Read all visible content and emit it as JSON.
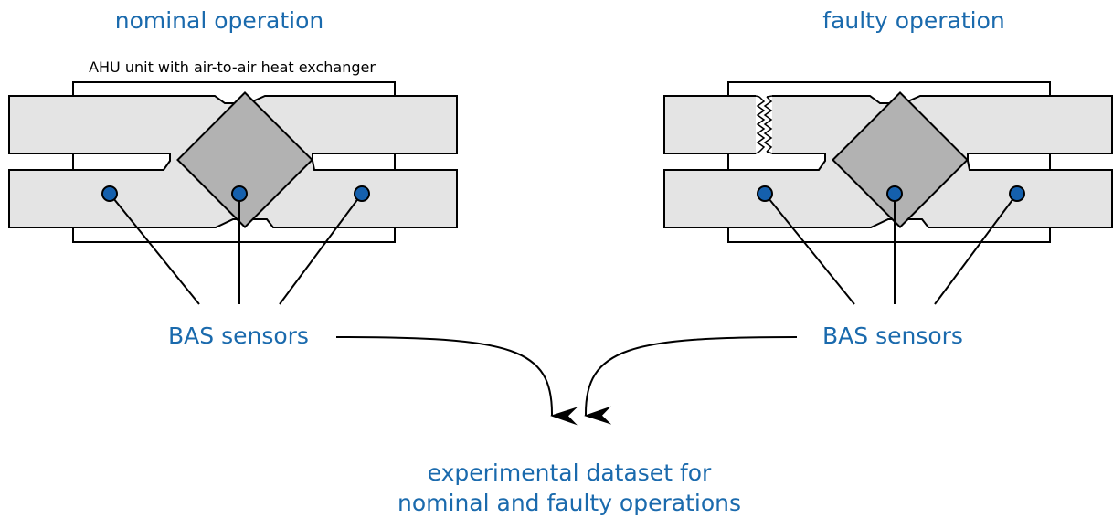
{
  "labels": {
    "nominal_title": "nominal operation",
    "faulty_title": "faulty operation",
    "ahu_caption": "AHU unit with air-to-air heat exchanger",
    "sensors_left": "BAS sensors",
    "sensors_right": "BAS sensors",
    "dataset_line1": "experimental dataset for",
    "dataset_line2": "nominal and faulty operations"
  },
  "colors": {
    "text_accent": "#1a6aad",
    "sensor_fill": "#1560ad",
    "duct_fill": "#e4e4e4",
    "exchanger_fill": "#b2b2b2"
  }
}
